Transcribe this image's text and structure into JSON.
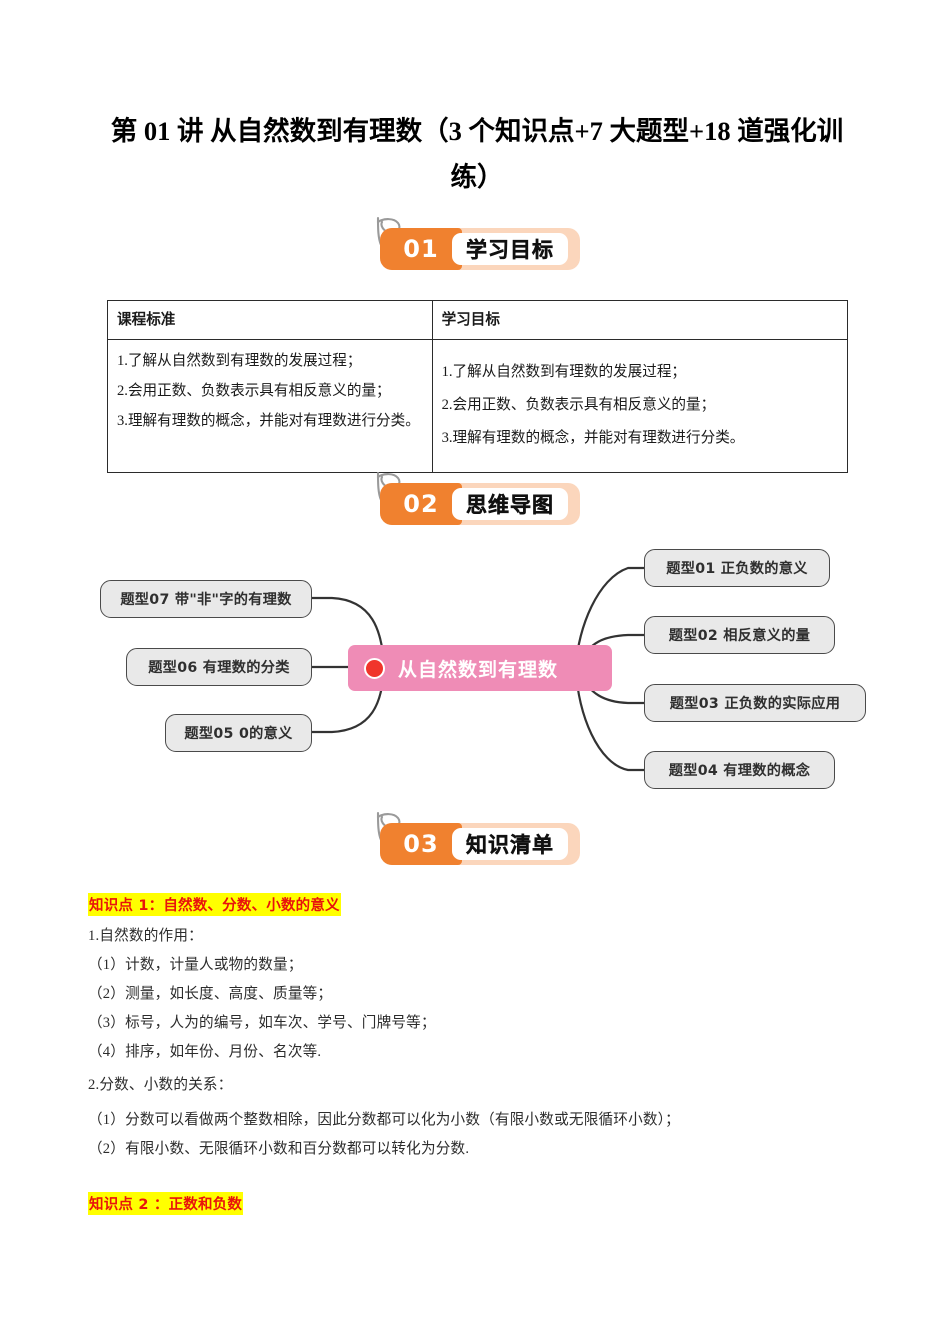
{
  "document": {
    "title": "第 01 讲 从自然数到有理数（3 个知识点+7 大题型+18 道强化训练）"
  },
  "sections": [
    {
      "number": "01",
      "label": "学习目标"
    },
    {
      "number": "02",
      "label": "思维导图"
    },
    {
      "number": "03",
      "label": "知识清单"
    }
  ],
  "objectives_table": {
    "headers": [
      "课程标准",
      "学习目标"
    ],
    "left_items": [
      "1.了解从自然数到有理数的发展过程；",
      "2.会用正数、负数表示具有相反意义的量；",
      "3.理解有理数的概念，并能对有理数进行分类。"
    ],
    "right_items": [
      "1.了解从自然数到有理数的发展过程；",
      "2.会用正数、负数表示具有相反意义的量；",
      "3.理解有理数的概念，并能对有理数进行分类。"
    ]
  },
  "mindmap": {
    "center": "从自然数到有理数",
    "right_nodes": [
      "题型01  正负数的意义",
      "题型02  相反意义的量",
      "题型03  正负数的实际应用",
      "题型04  有理数的概念"
    ],
    "left_nodes": [
      "题型07  带\"非\"字的有理数",
      "题型06  有理数的分类",
      "题型05  0的意义"
    ],
    "colors": {
      "center_bg": "#ef8cb6",
      "center_dot": "#f0352b",
      "node_bg": "#e9e9e9",
      "node_border": "#4a4a4a"
    }
  },
  "knowledge": {
    "point1_heading": "知识点 1：自然数、分数、小数的意义",
    "point1_lines": [
      "1.自然数的作用：",
      "（1）计数，计量人或物的数量；",
      "（2）测量，如长度、高度、质量等；",
      "（3）标号，人为的编号，如车次、学号、门牌号等；",
      "（4）排序，如年份、月份、名次等.",
      "2.分数、小数的关系：",
      "（1）分数可以看做两个整数相除，因此分数都可以化为小数（有限小数或无限循环小数）；",
      "（2）有限小数、无限循环小数和百分数都可以转化为分数."
    ],
    "point2_heading": "知识点 2 ：正数和负数",
    "highlight_color": "#ffff00",
    "heading_color": "#e8130c"
  }
}
